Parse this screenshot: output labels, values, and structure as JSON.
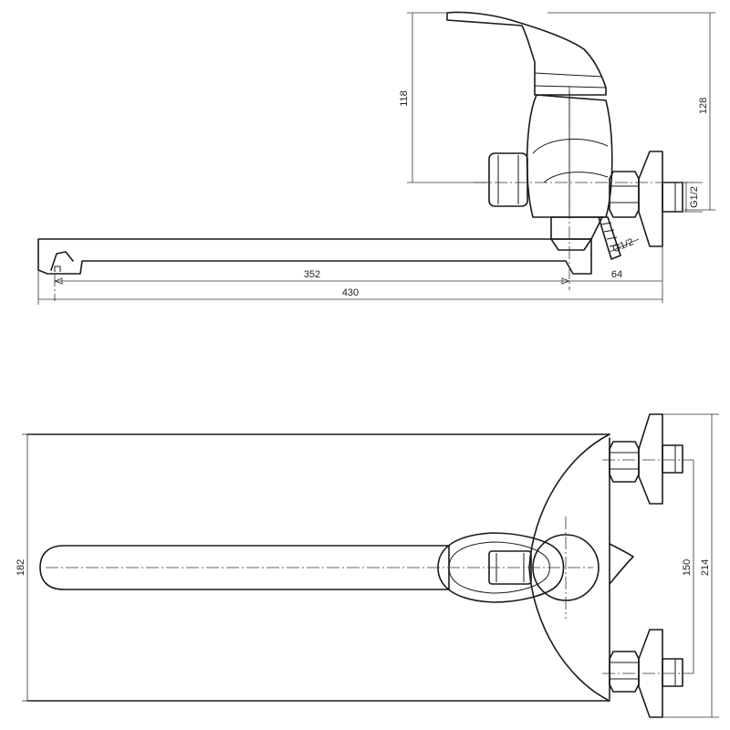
{
  "drawing": {
    "side_view": {
      "dimensions": {
        "handle_height": "118",
        "total_height": "128",
        "spout_to_center": "352",
        "wall_offset": "64",
        "total_length": "430"
      },
      "threads": {
        "outlet_thread": "G1/2",
        "inlet_thread": "G1/2"
      }
    },
    "top_view": {
      "dimensions": {
        "spout_width": "182",
        "inlet_spacing": "150",
        "total_width": "214"
      }
    }
  }
}
